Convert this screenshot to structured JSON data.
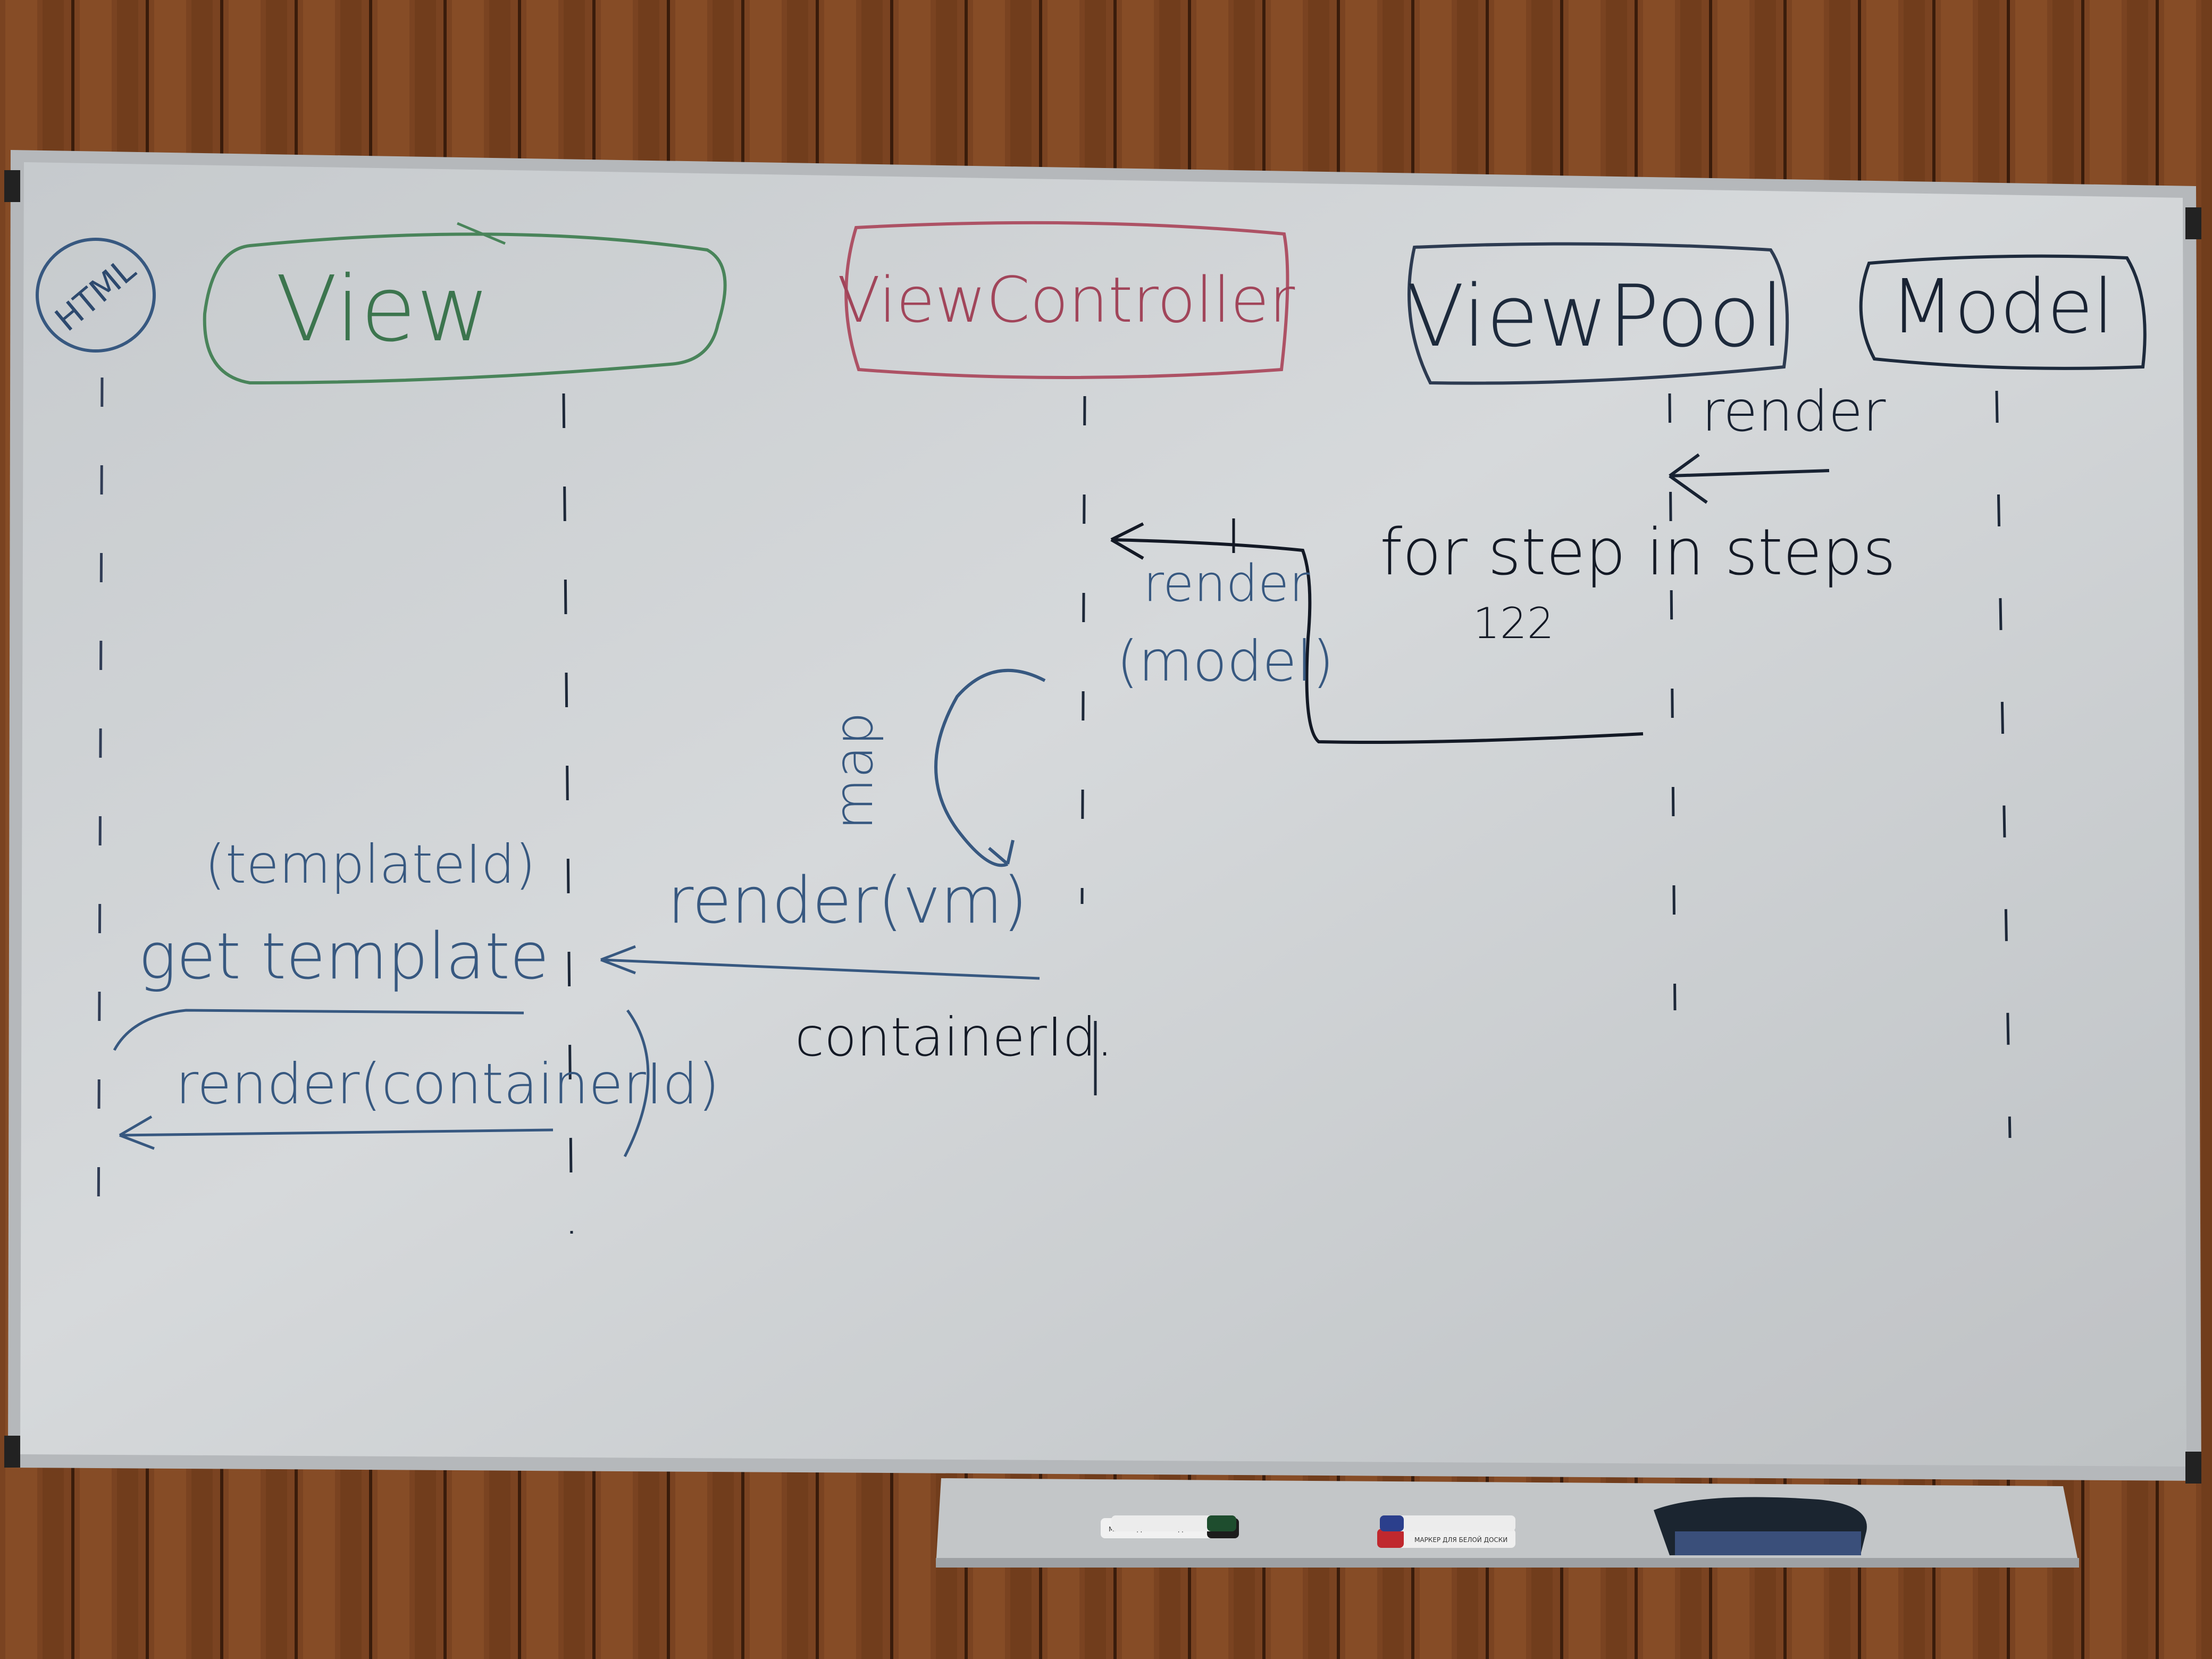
{
  "colors": {
    "wall_dark": "#5a2e14",
    "wall_light": "#9a5a2c",
    "board": "#d7dbde",
    "frame": "#b9bcbf",
    "marker_black": "#2a2d33",
    "marker_blue": "#3a5c86",
    "marker_green": "#4c8a5e",
    "marker_red": "#b5566a"
  },
  "lifelines": {
    "html": "HTML",
    "view": "View",
    "view_controller": "ViewController",
    "view_pool": "ViewPool",
    "model": "Model"
  },
  "messages": {
    "render_in": "render",
    "for_steps": "for step in steps",
    "line_no": "122",
    "render_model_1": "render",
    "render_model_2": "(model)",
    "map": "map",
    "render_vm": "render(vm)",
    "container_id": "containerId.",
    "template_id": "(templateId)",
    "get_template": "get template",
    "render_container": "render(containerId)"
  },
  "tray_items": {
    "marker_1_label": "МАРКЕР ДЛЯ БЕЛОЙ ДОСКИ",
    "marker_2_label": "МАРКЕР ДЛЯ БЕЛОЙ ДОСКИ"
  }
}
